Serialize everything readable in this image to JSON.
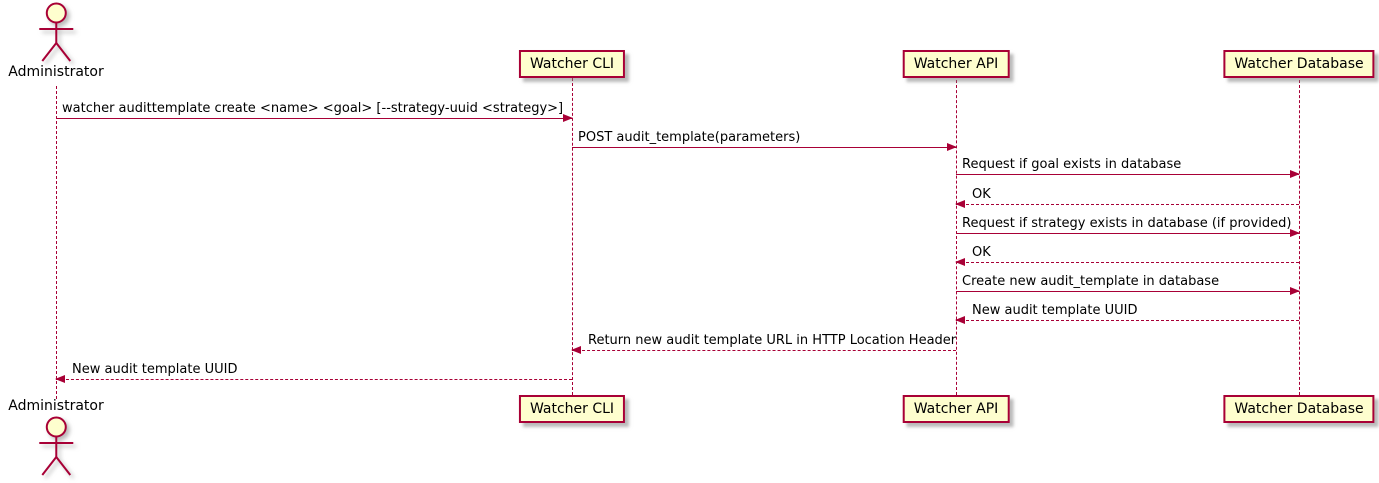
{
  "diagram_type": "sequence-diagram",
  "colors": {
    "border": "#A80036",
    "fill": "#FEFECE",
    "lifeline": "#A80036",
    "arrow": "#A80036",
    "text": "#000000",
    "background": "#FFFFFF"
  },
  "actor": {
    "name": "Administrator"
  },
  "participants": [
    {
      "name": "Watcher CLI"
    },
    {
      "name": "Watcher API"
    },
    {
      "name": "Watcher Database"
    }
  ],
  "messages": [
    {
      "seq": 1,
      "from": "Administrator",
      "to": "Watcher CLI",
      "text": "watcher audittemplate create <name> <goal> [--strategy-uuid <strategy>]",
      "line": "solid",
      "direction": "right"
    },
    {
      "seq": 2,
      "from": "Watcher CLI",
      "to": "Watcher API",
      "text": "POST audit_template(parameters)",
      "line": "solid",
      "direction": "right"
    },
    {
      "seq": 3,
      "from": "Watcher API",
      "to": "Watcher Database",
      "text": "Request if goal exists in database",
      "line": "solid",
      "direction": "right"
    },
    {
      "seq": 4,
      "from": "Watcher Database",
      "to": "Watcher API",
      "text": "OK",
      "line": "dashed",
      "direction": "left"
    },
    {
      "seq": 5,
      "from": "Watcher API",
      "to": "Watcher Database",
      "text": "Request if strategy exists in database (if provided)",
      "line": "solid",
      "direction": "right"
    },
    {
      "seq": 6,
      "from": "Watcher Database",
      "to": "Watcher API",
      "text": "OK",
      "line": "dashed",
      "direction": "left"
    },
    {
      "seq": 7,
      "from": "Watcher API",
      "to": "Watcher Database",
      "text": "Create new audit_template in database",
      "line": "solid",
      "direction": "right"
    },
    {
      "seq": 8,
      "from": "Watcher Database",
      "to": "Watcher API",
      "text": "New audit template UUID",
      "line": "dashed",
      "direction": "left"
    },
    {
      "seq": 9,
      "from": "Watcher API",
      "to": "Watcher CLI",
      "text": "Return new audit template URL in HTTP Location Header",
      "line": "dashed",
      "direction": "left"
    },
    {
      "seq": 10,
      "from": "Watcher CLI",
      "to": "Administrator",
      "text": "New audit template UUID",
      "line": "dashed",
      "direction": "left"
    }
  ]
}
